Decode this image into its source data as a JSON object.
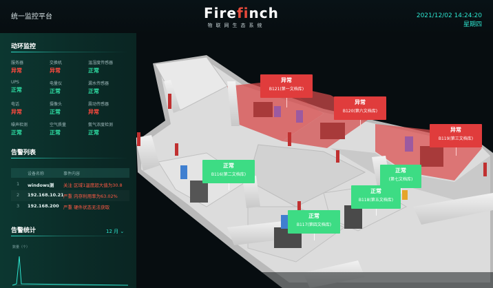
{
  "header": {
    "platform_title": "统一监控平台",
    "logo_prefix": "Fire",
    "logo_mid": "fi",
    "logo_suffix": "nch",
    "logo_sub": "物联网生态系统",
    "date_time": "2021/12/02 14:24:20",
    "weekday": "星期四"
  },
  "env_monitor": {
    "title": "动环监控",
    "items": [
      {
        "label": "服务器",
        "status": "异常",
        "state": "err"
      },
      {
        "label": "交换机",
        "status": "异常",
        "state": "err"
      },
      {
        "label": "温湿度传感器",
        "status": "正常",
        "state": "ok"
      },
      {
        "label": "UPS",
        "status": "正常",
        "state": "ok"
      },
      {
        "label": "电量仪",
        "status": "正常",
        "state": "ok"
      },
      {
        "label": "漏水传感器",
        "status": "正常",
        "state": "ok"
      },
      {
        "label": "电话",
        "status": "异常",
        "state": "err"
      },
      {
        "label": "摄像头",
        "status": "正常",
        "state": "ok"
      },
      {
        "label": "震动传感器",
        "status": "异常",
        "state": "err"
      },
      {
        "label": "噪声检测",
        "status": "正常",
        "state": "ok"
      },
      {
        "label": "空气质量",
        "status": "正常",
        "state": "ok"
      },
      {
        "label": "氨气浓度检测",
        "status": "正常",
        "state": "ok"
      }
    ]
  },
  "alarm_list": {
    "title": "告警列表",
    "col_device": "设备名称",
    "col_event": "事件内容",
    "rows": [
      {
        "no": "1",
        "device": "windows测",
        "event": "关注 区域1温度超大值为30.8"
      },
      {
        "no": "2",
        "device": "192.168.10.21",
        "event": "严重 内存利用率为63.02%"
      },
      {
        "no": "3",
        "device": "192.168.200",
        "event": "严重 硬件状态无法获取"
      }
    ]
  },
  "alarm_stats": {
    "title": "告警统计",
    "month": "12 月",
    "y_label": "数量（个）"
  },
  "rooms": [
    {
      "status": "异常",
      "name": "B121(第一文档库)",
      "state": "err"
    },
    {
      "status": "异常",
      "name": "B120(第六文档库)",
      "state": "err"
    },
    {
      "status": "异常",
      "name": "B119(第三文档库)",
      "state": "err"
    },
    {
      "status": "正常",
      "name": "B116(第二文档库)",
      "state": "ok"
    },
    {
      "status": "正常",
      "name": "(第七文档库)",
      "state": "ok"
    },
    {
      "status": "正常",
      "name": "B118(第五文档库)",
      "state": "ok"
    },
    {
      "status": "正常",
      "name": "B117(第四文档库)",
      "state": "ok"
    }
  ],
  "colors": {
    "accent": "#2ee6d0",
    "error": "#e03c3c",
    "ok": "#3ddc84",
    "brand": "#e64a3b"
  }
}
